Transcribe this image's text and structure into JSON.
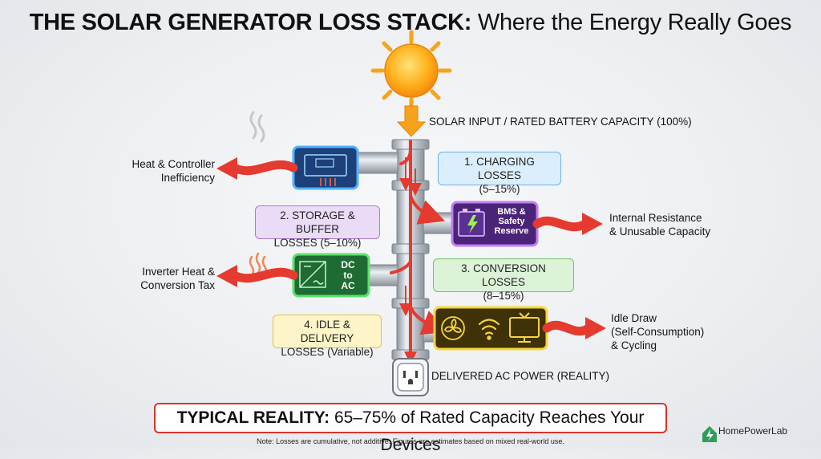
{
  "title": {
    "bold": "THE SOLAR GENERATOR LOSS STACK:",
    "rest": "Where the Energy Really Goes"
  },
  "input_label": "SOLAR INPUT / RATED BATTERY CAPACITY (100%)",
  "output_label": "DELIVERED AC POWER (REALITY)",
  "stages": [
    {
      "label": "1. CHARGING LOSSES\n(5–15%)",
      "loss": "Heat & Controller\nInefficiency"
    },
    {
      "label": "2. STORAGE & BUFFER\nLOSSES (5–10%)",
      "loss": "Internal Resistance\n& Unusable Capacity",
      "device": "BMS &\nSafety\nReserve"
    },
    {
      "label": "3. CONVERSION LOSSES\n(8–15%)",
      "loss": "Inverter Heat &\nConversion Tax",
      "device": "DC\nto\nAC"
    },
    {
      "label": "4. IDLE & DELIVERY\nLOSSES (Variable)",
      "loss": "Idle Draw\n(Self-Consumption)\n& Cycling"
    }
  ],
  "reality": {
    "bold": "TYPICAL REALITY:",
    "rest": "65–75% of Rated Capacity Reaches Your Devices"
  },
  "note": "Note: Losses are cumulative, not additive. Figures are estimates based on mixed real-world use.",
  "brand": "HomePowerLab",
  "colors": {
    "arrow": "#e53a2f",
    "pipe": "#b9c0c8",
    "charger": "#1d3f7a",
    "battery": "#4b2478",
    "inverter": "#1f6b34",
    "idle": "#4a3a08"
  }
}
